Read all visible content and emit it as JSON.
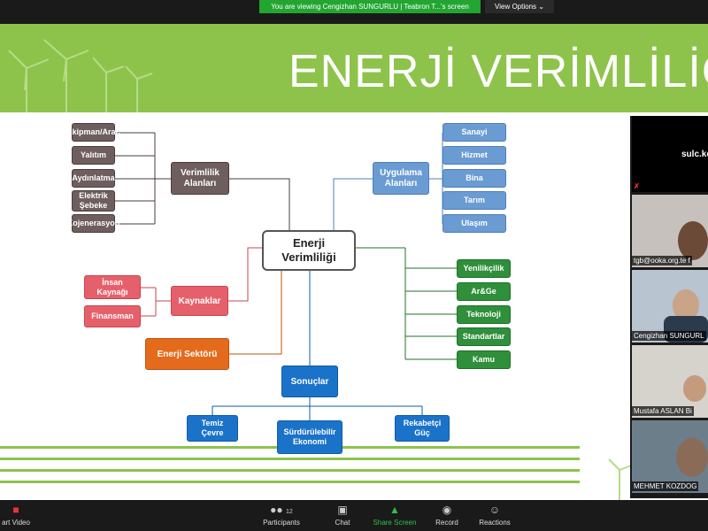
{
  "banner": {
    "viewing_text": "You are viewing Cengizhan SUNGURLU | Teabron T...'s screen",
    "view_options_label": "View Options"
  },
  "slide": {
    "title": "ENERJİ VERİMLİLİĞ",
    "center": "Enerji Verimliliği",
    "verimlilik": {
      "label": "Verimlilik Alanları",
      "items": [
        "Ekipman/Araç",
        "Yalıtım",
        "Aydınlatma",
        "Elektrik Şebeke",
        "Kojenerasyon"
      ]
    },
    "uygulama": {
      "label": "Uygulama Alanları",
      "items": [
        "Sanayi",
        "Hizmet",
        "Bina",
        "Tarım",
        "Ulaşım"
      ]
    },
    "kaynaklar": {
      "label": "Kaynaklar",
      "items": [
        "İnsan Kaynağı",
        "Finansman"
      ]
    },
    "enerji_sektoru": "Enerji Sektörü",
    "green_items": [
      "Yenilikçilik",
      "Ar&Ge",
      "Teknoloji",
      "Standartlar",
      "Kamu"
    ],
    "sonuclar": {
      "label": "Sonuçlar",
      "items": [
        "Temiz Çevre",
        "Sürdürülebilir Ekonomi",
        "Rekabetçi Güç"
      ]
    },
    "colors": {
      "header_green": "#8dc34a",
      "gray": "#6e5e5e",
      "blue": "#6a9bd3",
      "green": "#2f8f3a",
      "pink": "#e6606b",
      "orange": "#e46a1c",
      "dark_blue": "#1a73c8"
    }
  },
  "participants": {
    "self_label": "sulc.ko",
    "tiles": [
      {
        "name": "tgb@ooka.org.te f"
      },
      {
        "name": "Cengizhan SUNGURL"
      },
      {
        "name": "Mustafa ASLAN Bi"
      },
      {
        "name": "MEHMET KOZDOG"
      }
    ]
  },
  "toolbar": {
    "start_video": "art Video",
    "participants": "Participants",
    "participants_count": "12",
    "chat": "Chat",
    "share_screen": "Share Screen",
    "record": "Record",
    "reactions": "Reactions"
  }
}
